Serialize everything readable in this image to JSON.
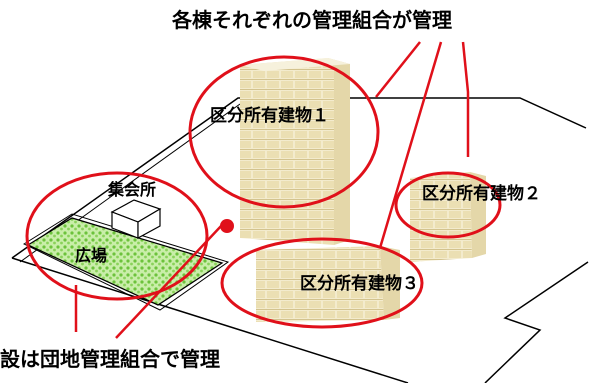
{
  "title": "各棟それぞれの管理組合が管理",
  "footer": "設は団地管理組合で管理",
  "labels": {
    "building1": "区分所有建物１",
    "building2": "区分所有建物２",
    "building3": "区分所有建物３",
    "meeting_hall": "集会所",
    "plaza": "広場"
  },
  "colors": {
    "circle": "#e0101a",
    "building_face": "#f3ebcd",
    "building_grid": "#d8c99a",
    "plaza_fill": "#a8dc78",
    "outline": "#000000"
  }
}
